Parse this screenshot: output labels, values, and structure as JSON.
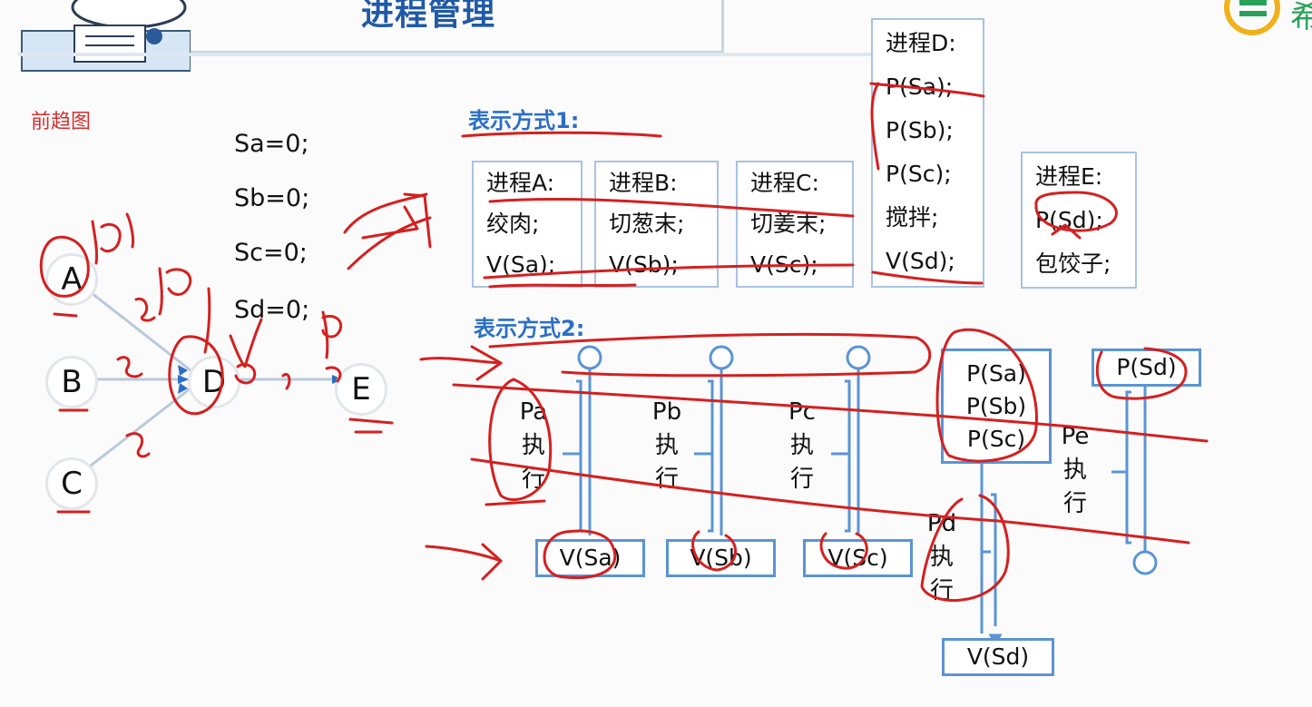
{
  "title": "进程管理",
  "section_precedence": "前趋图",
  "semaphores": [
    "Sa=0;",
    "Sb=0;",
    "Sc=0;",
    "Sd=0;"
  ],
  "nodes": {
    "a": "A",
    "b": "B",
    "c": "C",
    "d": "D",
    "e": "E"
  },
  "style1_label": "表示方式1:",
  "style2_label": "表示方式2:",
  "processes": {
    "a": [
      "进程A:",
      "绞肉;",
      "V(Sa);"
    ],
    "b": [
      "进程B:",
      "切葱末;",
      "V(Sb);"
    ],
    "c": [
      "进程C:",
      "切姜末;",
      "V(Sc);"
    ],
    "d": [
      "进程D:",
      "P(Sa);",
      "P(Sb);",
      "P(Sc);",
      "搅拌;",
      "V(Sd);"
    ],
    "e": [
      "进程E:",
      "P(Sd);",
      "包饺子;"
    ]
  },
  "flow": {
    "pa": [
      "Pa",
      "执",
      "行"
    ],
    "pb": [
      "Pb",
      "执",
      "行"
    ],
    "pc": [
      "Pc",
      "执",
      "行"
    ],
    "pd": [
      "Pd",
      "执",
      "行"
    ],
    "pe": [
      "Pe",
      "执",
      "行"
    ],
    "v_sa": "V(Sa)",
    "v_sb": "V(Sb)",
    "v_sc": "V(Sc)",
    "v_sd": "V(Sd)",
    "p_group": [
      "P(Sa)",
      "P(Sb)",
      "P(Sc)"
    ],
    "p_sd": "P(Sd)"
  },
  "colors": {
    "accent_blue": "#2b6fc4",
    "box_blue": "#5a94d4",
    "annotation_red": "#d42020"
  }
}
